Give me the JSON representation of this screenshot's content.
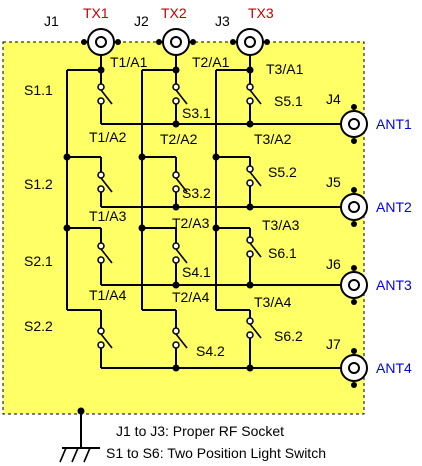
{
  "jacks": {
    "J1": "J1",
    "J2": "J2",
    "J3": "J3",
    "J4": "J4",
    "J5": "J5",
    "J6": "J6",
    "J7": "J7"
  },
  "tx": {
    "TX1": "TX1",
    "TX2": "TX2",
    "TX3": "TX3"
  },
  "ant": {
    "ANT1": "ANT1",
    "ANT2": "ANT2",
    "ANT3": "ANT3",
    "ANT4": "ANT4"
  },
  "switch_labels": {
    "S1_1": "S1.1",
    "S1_2": "S1.2",
    "S2_1": "S2.1",
    "S2_2": "S2.2",
    "S3_1": "S3.1",
    "S3_2": "S3.2",
    "S4_1": "S4.1",
    "S4_2": "S4.2",
    "S5_1": "S5.1",
    "S5_2": "S5.2",
    "S6_1": "S6.1",
    "S6_2": "S6.2"
  },
  "tap_labels": {
    "T1A1": "T1/A1",
    "T2A1": "T2/A1",
    "T3A1": "T3/A1",
    "T1A2": "T1/A2",
    "T2A2": "T2/A2",
    "T3A2": "T3/A2",
    "T1A3": "T1/A3",
    "T2A3": "T2/A3",
    "T3A3": "T3/A3",
    "T1A4": "T1/A4",
    "T2A4": "T2/A4",
    "T3A4": "T3/A4"
  },
  "legend": {
    "line1": "J1 to J3: Proper RF Socket",
    "line2": "S1 to S6: Two Position Light Switch"
  },
  "colors": {
    "board": "#ffff66",
    "tx_text": "#c00000",
    "ant_text": "#0000e0",
    "wire": "#000000"
  }
}
